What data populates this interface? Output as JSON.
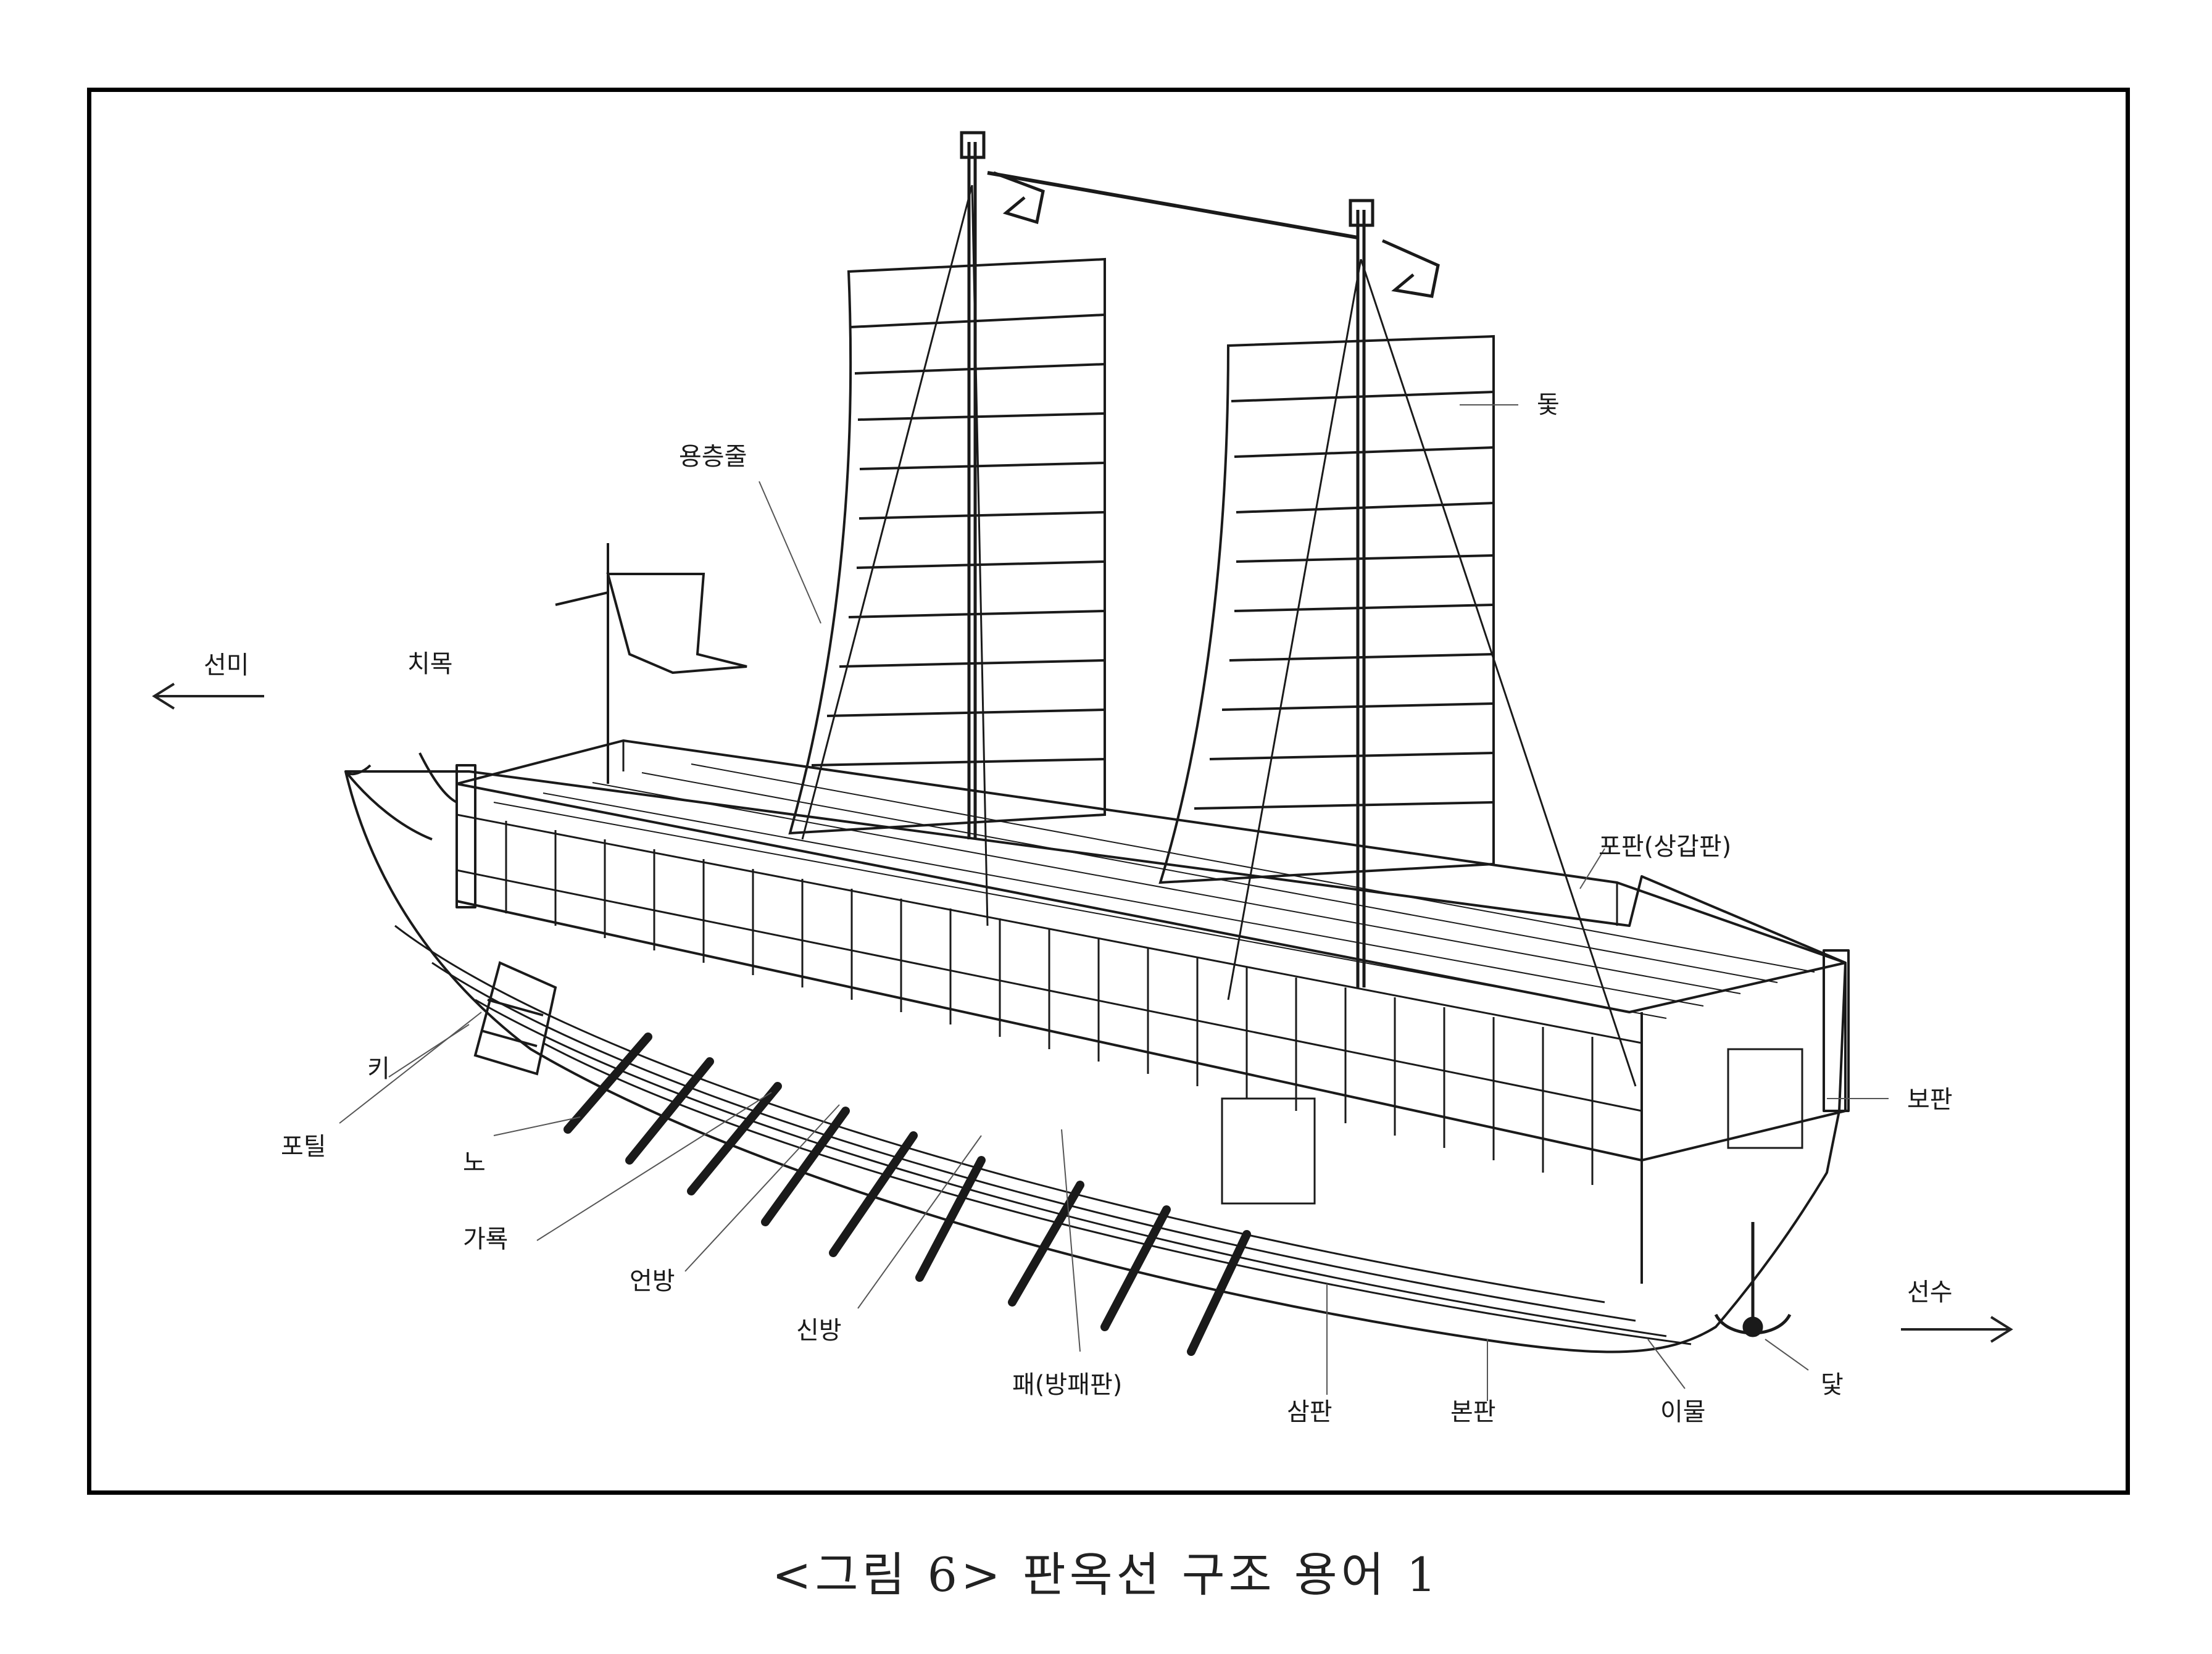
{
  "diagram": {
    "direction_stern": "선미",
    "direction_bow": "선수",
    "labels": {
      "dot": "돛",
      "yongchungjul": "용층줄",
      "chirok": "치목",
      "pophan": "포판(상갑판)",
      "ki": "키",
      "potil": "포틸",
      "no": "노",
      "garyuk": "가룍",
      "eonbang": "언방",
      "sinbang": "신방",
      "pae": "패(방패판)",
      "sampan": "삼판",
      "bonpan": "본판",
      "irum": "이물",
      "dat": "닻",
      "bopan": "보판"
    }
  },
  "caption": "<그림 6> 판옥선 구조 용어 1"
}
